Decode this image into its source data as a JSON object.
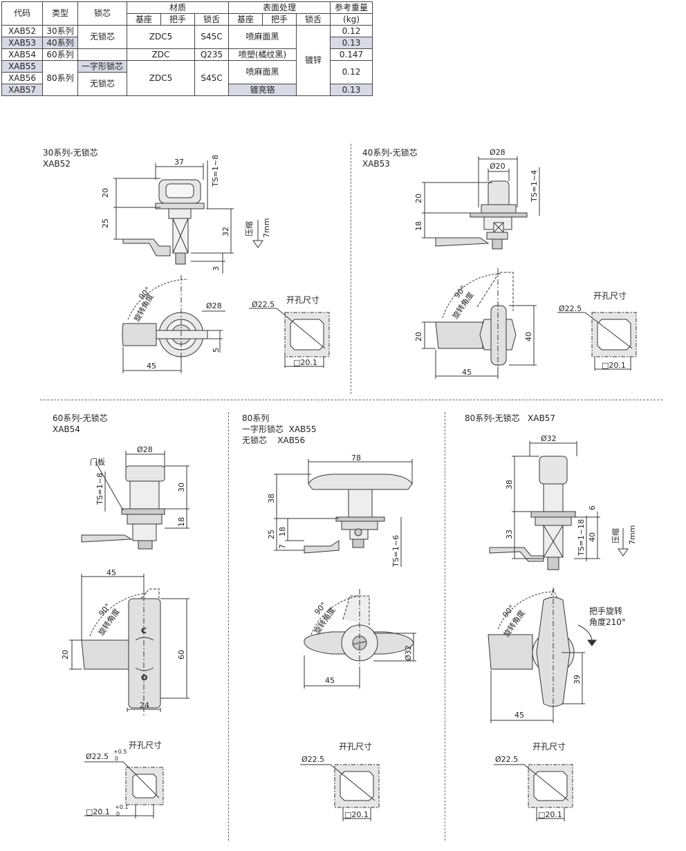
{
  "table": {
    "head": {
      "code": "代码",
      "type": "类型",
      "core": "锁芯",
      "material": "材质",
      "surface": "表面处理",
      "weight": "参考重量",
      "base": "基座",
      "handle": "把手",
      "tongue": "锁舌",
      "base2": "基座",
      "handle2": "把手",
      "tongue2": "锁舌",
      "unit": "(kg)"
    },
    "codes": [
      "XAB52",
      "XAB53",
      "XAB54",
      "XAB55",
      "XAB56",
      "XAB57"
    ],
    "types": [
      "30系列",
      "40系列",
      "60系列",
      "80系列"
    ],
    "cores": [
      "无锁芯",
      "一字形锁芯",
      "无锁芯"
    ],
    "materials": [
      "ZDC5",
      "S45C",
      "ZDC",
      "Q235",
      "ZDC5",
      "S45C"
    ],
    "surfaces": [
      "喷麻面黑",
      "喷塑(橘纹黑)",
      "喷麻面黑",
      "镀亮铬",
      "镀锌"
    ],
    "weights": [
      "0.12",
      "0.13",
      "0.147",
      "0.12",
      "0.13"
    ]
  },
  "panels": {
    "p30": {
      "title": "30系列-无锁芯",
      "code": "XAB52",
      "dims": {
        "w": "37",
        "ts": "TS=1~8",
        "h1": "20",
        "h2": "25",
        "h3": "32",
        "h4": "3",
        "press": "压缩",
        "press_v": "7mm",
        "ang": "90°",
        "rot": "旋转角度",
        "dia": "Ø28",
        "h5": "5",
        "len": "45"
      },
      "hole": {
        "title": "开孔尺寸",
        "dia": "Ø22.5",
        "sq": "□20.1"
      }
    },
    "p40": {
      "title": "40系列-无锁芯",
      "code": "XAB53",
      "dims": {
        "d1": "Ø28",
        "d2": "Ø20",
        "ts": "TS=1~4",
        "h1": "20",
        "h2": "18",
        "ang": "90°",
        "rot": "旋转角度",
        "h3": "20",
        "h4": "40",
        "len": "45"
      },
      "hole": {
        "title": "开孔尺寸",
        "dia": "Ø22.5",
        "sq": "□20.1"
      }
    },
    "p60": {
      "title": "60系列-无锁芯",
      "code": "XAB54",
      "dims": {
        "d1": "Ø28",
        "door": "门板",
        "ts": "TS=1~8",
        "h1": "30",
        "h2": "18",
        "w": "45",
        "ang": "90°",
        "rot": "旋转角度",
        "h3": "20",
        "h4": "60",
        "w2": "24",
        "c": "C",
        "o": "O"
      },
      "hole": {
        "title": "开孔尺寸",
        "dia": "Ø22.5",
        "dia_tol_up": "+0.5",
        "dia_tol_dn": "0",
        "sq": "□20.1",
        "sq_tol_up": "+0.1",
        "sq_tol_dn": "0"
      }
    },
    "p80": {
      "title": "80系列",
      "line2": "一字形锁芯  XAB55",
      "line3": "无锁芯    XAB56",
      "dims": {
        "w": "78",
        "h1": "38",
        "h2": "25",
        "h3": "18",
        "h4": "7",
        "ts": "TS=1~6",
        "ang": "90°",
        "rot": "旋转角度",
        "dia": "Ø32",
        "len": "45"
      },
      "hole": {
        "title": "开孔尺寸",
        "dia": "Ø22.5",
        "sq": "□20.1"
      }
    },
    "p80b": {
      "title": "80系列-无锁芯   XAB57",
      "dims": {
        "d1": "Ø32",
        "h1": "38",
        "h2": "33",
        "h3": "6",
        "ts": "TS=1~18",
        "h4": "40",
        "press": "压缩",
        "press_v": "7mm",
        "ang": "90°",
        "rot": "旋转角度",
        "note1": "把手旋转",
        "note2": "角度210°",
        "h5": "39",
        "len": "45"
      },
      "hole": {
        "title": "开孔尺寸",
        "dia": "Ø22.5",
        "sq": "□20.1"
      }
    }
  }
}
